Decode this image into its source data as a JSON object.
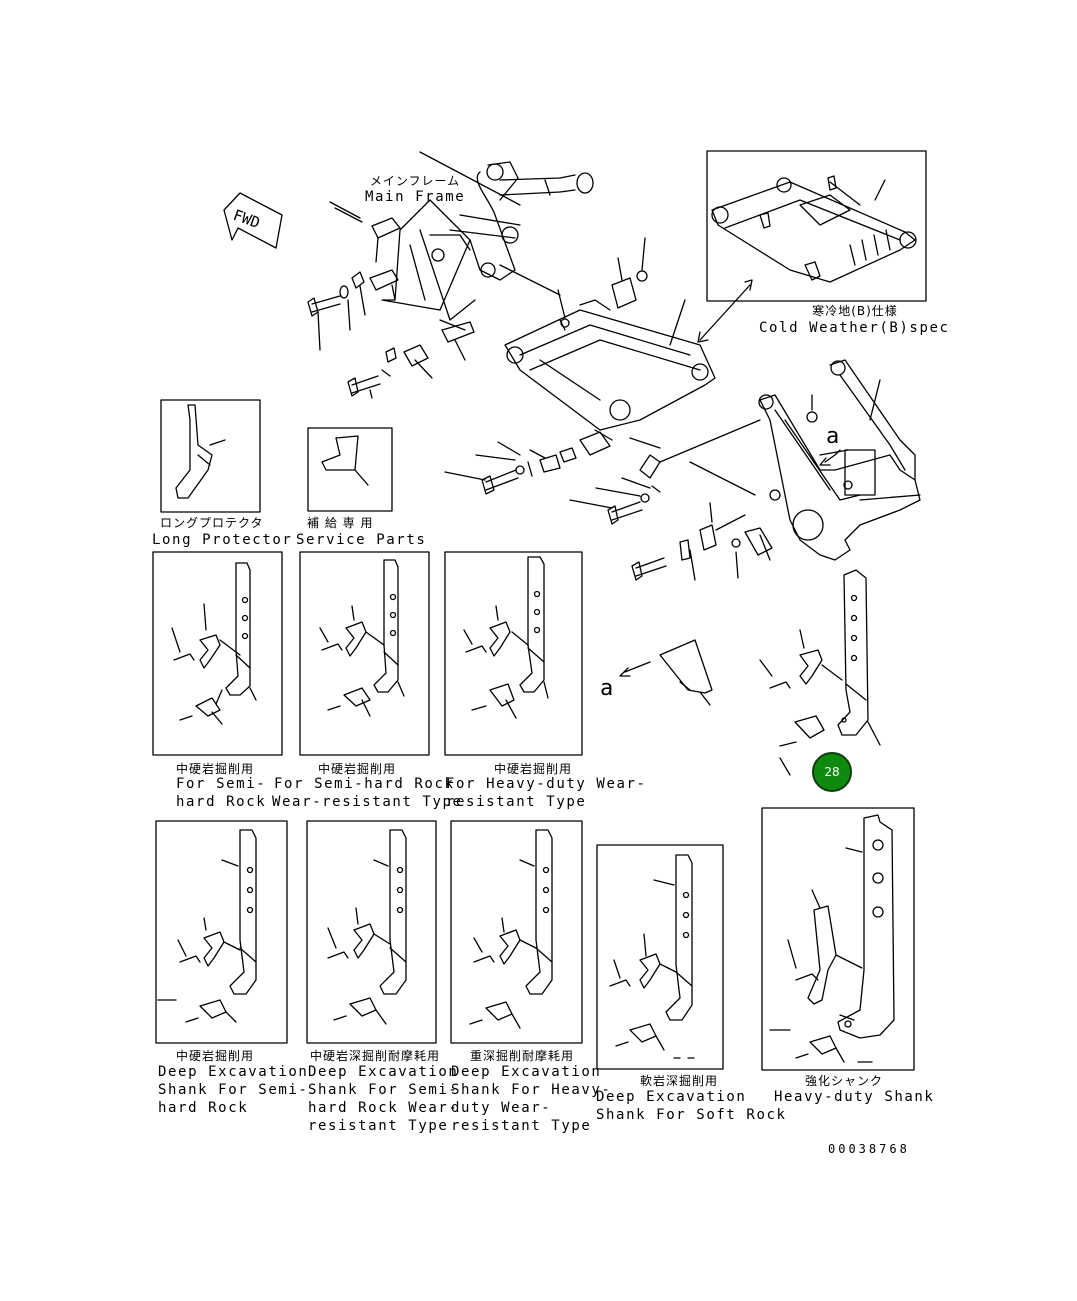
{
  "main_frame": {
    "jp": "メインフレーム",
    "en": "Main Frame"
  },
  "fwd_label": "FWD",
  "cold_weather": {
    "jp": "寒冷地(B)仕様",
    "en": "Cold Weather(B)spec"
  },
  "long_protector": {
    "jp": "ロングプロテクタ",
    "en": "Long Protector"
  },
  "service_parts": {
    "jp": "補 給 専 用",
    "en": "Service Parts"
  },
  "detail_a": "a",
  "shanks_row1": [
    {
      "jp": "中硬岩掘削用",
      "en": [
        "For Semi-",
        "hard Rock"
      ]
    },
    {
      "jp": "中硬岩掘削用",
      "en": [
        "For Semi-hard Rock",
        "Wear-resistant Type"
      ]
    },
    {
      "jp": "中硬岩掘削用",
      "en": [
        "For Heavy-duty Wear-",
        "resistant Type"
      ]
    }
  ],
  "shanks_row2": [
    {
      "jp": "中硬岩掘削用",
      "en": [
        "Deep Excavation",
        "Shank For Semi-",
        "hard Rock"
      ]
    },
    {
      "jp": "中硬岩深掘削耐摩耗用",
      "en": [
        "Deep Excavation",
        "Shank For Semi-",
        "hard Rock Wear-",
        "resistant Type"
      ]
    },
    {
      "jp": "重深掘削耐摩耗用",
      "en": [
        "Deep Excavation",
        "Shank For Heavy-",
        "duty Wear-",
        "resistant Type"
      ]
    },
    {
      "jp": "軟岩深掘削用",
      "en": [
        "Deep Excavation",
        "Shank For Soft Rock"
      ]
    },
    {
      "jp": "強化シャンク",
      "en": [
        "Heavy-duty Shank"
      ]
    }
  ],
  "callout": {
    "number": "28",
    "color": "#0e8a0e"
  },
  "drawing_number": "00038768"
}
